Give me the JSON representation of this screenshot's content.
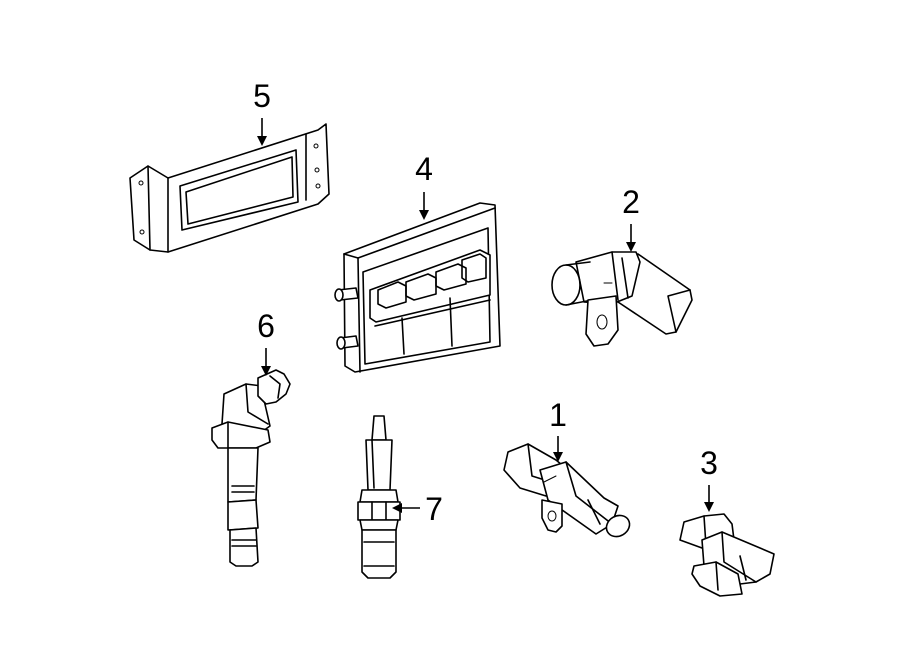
{
  "diagram": {
    "callouts": [
      {
        "id": "1",
        "label": "1",
        "part": "sensor"
      },
      {
        "id": "2",
        "label": "2",
        "part": "sensor"
      },
      {
        "id": "3",
        "label": "3",
        "part": "sensor"
      },
      {
        "id": "4",
        "label": "4",
        "part": "control-module"
      },
      {
        "id": "5",
        "label": "5",
        "part": "bracket"
      },
      {
        "id": "6",
        "label": "6",
        "part": "ignition-coil"
      },
      {
        "id": "7",
        "label": "7",
        "part": "spark-plug"
      }
    ]
  }
}
